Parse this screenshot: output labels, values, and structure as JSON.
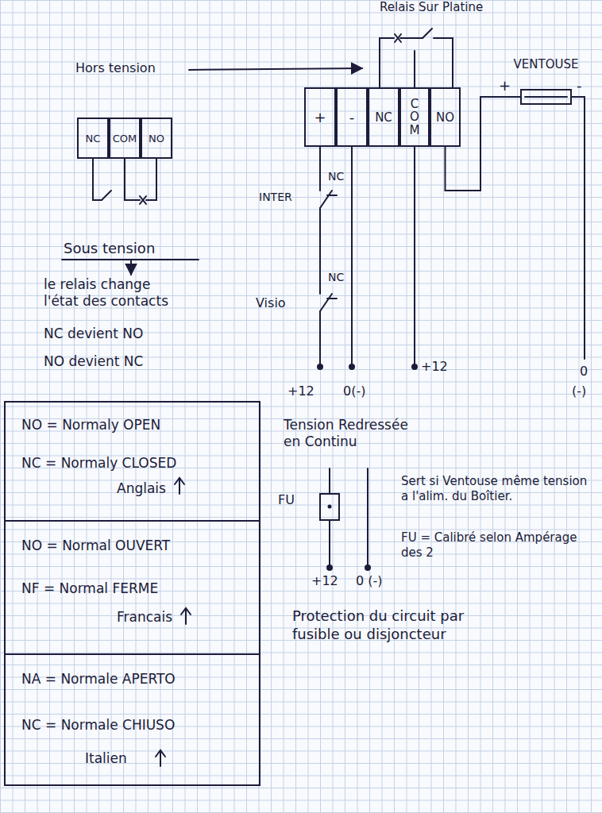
{
  "diagram": {
    "nodes": [
      {
        "text": [
          "+"
        ]
      },
      {
        "text": [
          "-"
        ]
      },
      {
        "text": [
          "NC"
        ]
      },
      {
        "text": [
          "COM"
        ]
      },
      {
        "text": [
          "NO"
        ]
      },
      {
        "text": [
          "NC"
        ]
      },
      {
        "text": [
          "COM"
        ]
      },
      {
        "text": [
          "NO"
        ]
      },
      {
        "text": [
          "VENTOUSE"
        ]
      },
      {
        "text": [
          "NO = Normaly OPEN",
          "NC = Normaly CLOSED",
          "Anglais"
        ]
      },
      {
        "text": [
          "NO = Normal OUVERT",
          "NF = Normal FERME",
          "Francais"
        ]
      },
      {
        "text": [
          "NA = Normale APERTO",
          "NC = Normale CHIUSO",
          "Italien"
        ]
      }
    ],
    "edges": [
      {
        "from": 4,
        "to": 8,
        "arrow": "none"
      }
    ],
    "labels": [
      "Relais Sur Platine",
      "Hors tension",
      "Sous tension",
      "le relais change l'état des contacts",
      "NC devient NO",
      "NO devient NC",
      "INTER",
      "NC",
      "Visio",
      "NC",
      "+12",
      "0(-)",
      "+12",
      "+",
      "-",
      "0",
      "(-)",
      "Tension Redressée en Continu",
      "FU",
      "+12",
      "0 (-)",
      "Sert si Ventouse même tension a l'alim. du Boîtier.",
      "FU = Calibré selon Ampérage des 2",
      "Protection du circuit par fusible ou disjoncteur"
    ]
  }
}
